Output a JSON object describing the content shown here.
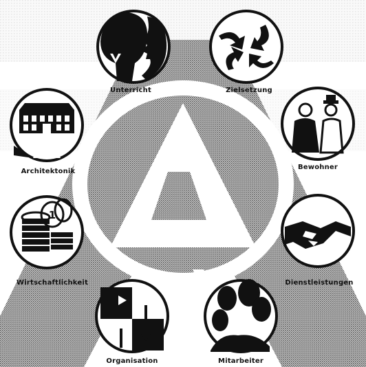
{
  "labels": {
    "unterricht": "Unterricht",
    "zielsetzung": "Zielsetzung",
    "bewohner": "Bewohner",
    "architektonik": "Architektonik",
    "wirtschaftlichkeit": "Wirtschaftlichkeit",
    "dienstleistungen": "Dienstleistungen",
    "organisation": "Organisation",
    "mitarbeiter": "Mitarbeiter"
  },
  "icons": {
    "unterricht": "tree-faces-icon",
    "zielsetzung": "converging-arrows-icon",
    "bewohner": "elderly-couple-icon",
    "architektonik": "building-icon",
    "wirtschaftlichkeit": "coin-stacks-icon",
    "dienstleistungen": "handshake-icon",
    "organisation": "flow-arrows-icon",
    "mitarbeiter": "people-group-icon"
  },
  "colors": {
    "ink": "#111111",
    "paper": "#ffffff",
    "stipple": "#9a9a9a"
  }
}
